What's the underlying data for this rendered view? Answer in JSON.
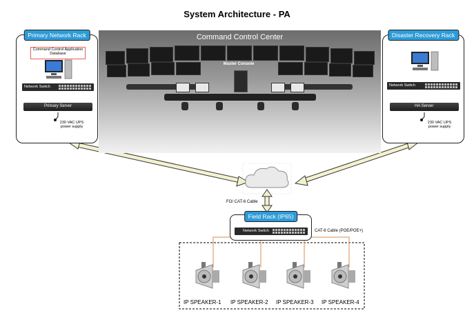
{
  "title": "System Architecture - PA",
  "primary_rack": {
    "header": "Primary Network Rack",
    "db_label": "Command Control Application Database",
    "switch_label": "Network Switch",
    "server_label": "Primary Server",
    "ups_label": "230 VAC UPS power supply"
  },
  "dr_rack": {
    "header": "Disaster Recovery Rack",
    "switch_label": "Network Switch",
    "server_label": "HA Server",
    "ups_label": "230 VAC UPS power supply"
  },
  "control_center": {
    "label": "Command Control Center",
    "console_label": "Master Console"
  },
  "cable_fo": "FO/ CAT-6 Cable",
  "field_rack": {
    "header": "Field Rack (IP65)",
    "switch_label": "Network Switch"
  },
  "cable_poe": "CAT-6 Cable (POE/POE+)",
  "speakers": [
    "IP SPEAKER-1",
    "IP SPEAKER-2",
    "IP SPEAKER-3",
    "IP SPEAKER-4"
  ],
  "colors": {
    "header_blue": "#2e9bd8",
    "arrow_fill": "#f2f2d0",
    "cable": "#e0a070"
  },
  "icons": [
    "cloud-icon",
    "computer-icon",
    "speaker-icon",
    "double-arrow-icon"
  ]
}
